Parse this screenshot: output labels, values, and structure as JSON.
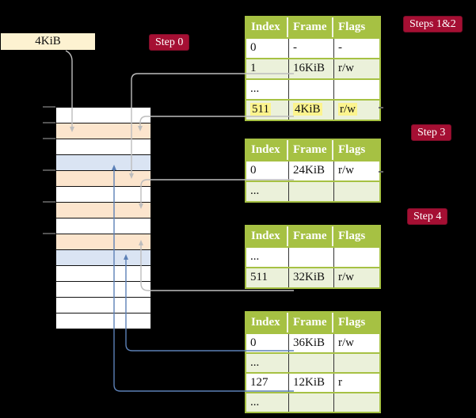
{
  "frame_box": {
    "label": "4KiB"
  },
  "badges": [
    {
      "id": "badge-step0",
      "name": "badge-step-0",
      "label": "Step 0"
    },
    {
      "id": "badge-steps12",
      "name": "badge-steps-1-2",
      "label": "Steps 1&2"
    },
    {
      "id": "badge-step3",
      "name": "badge-step-3",
      "label": "Step 3"
    },
    {
      "id": "badge-step4",
      "name": "badge-step-4",
      "label": "Step 4"
    }
  ],
  "memory": {
    "cells": [
      "white",
      "peach",
      "white",
      "blue",
      "peach",
      "white",
      "peach",
      "white",
      "peach",
      "blue",
      "white",
      "white",
      "white",
      "white"
    ],
    "tick_rows": [
      0,
      1,
      2,
      4,
      6,
      8
    ]
  },
  "tables": [
    {
      "name": "page-table-steps-1-2",
      "headers": [
        "Index",
        "Frame",
        "Flags"
      ],
      "rows": [
        {
          "cells": [
            "0",
            "-",
            "-"
          ],
          "shaded": false,
          "highlight": false
        },
        {
          "cells": [
            "1",
            "16KiB",
            "r/w"
          ],
          "shaded": true,
          "highlight": false
        },
        {
          "cells": [
            "...",
            "",
            ""
          ],
          "shaded": false,
          "highlight": false
        },
        {
          "cells": [
            "511",
            "4KiB",
            "r/w"
          ],
          "shaded": true,
          "highlight": true
        }
      ]
    },
    {
      "name": "page-table-step-3",
      "headers": [
        "Index",
        "Frame",
        "Flags"
      ],
      "rows": [
        {
          "cells": [
            "0",
            "24KiB",
            "r/w"
          ],
          "shaded": false,
          "highlight": false
        },
        {
          "cells": [
            "...",
            "",
            ""
          ],
          "shaded": true,
          "highlight": false
        }
      ]
    },
    {
      "name": "page-table-step-4-upper",
      "headers": [
        "Index",
        "Frame",
        "Flags"
      ],
      "rows": [
        {
          "cells": [
            "...",
            "",
            ""
          ],
          "shaded": false,
          "highlight": false
        },
        {
          "cells": [
            "511",
            "32KiB",
            "r/w"
          ],
          "shaded": true,
          "highlight": false
        }
      ]
    },
    {
      "name": "page-table-step-4-lower",
      "headers": [
        "Index",
        "Frame",
        "Flags"
      ],
      "rows": [
        {
          "cells": [
            "0",
            "36KiB",
            "r/w"
          ],
          "shaded": false,
          "highlight": false
        },
        {
          "cells": [
            "...",
            "",
            ""
          ],
          "shaded": true,
          "highlight": false
        },
        {
          "cells": [
            "127",
            "12KiB",
            "r"
          ],
          "shaded": false,
          "highlight": false
        },
        {
          "cells": [
            "...",
            "",
            ""
          ],
          "shaded": true,
          "highlight": false
        }
      ]
    }
  ],
  "connectors": [
    {
      "from": "frame-box-4KiB",
      "to": "memory-cell-2",
      "color": "gray"
    },
    {
      "from": "page-table-steps-1-2-row-1",
      "to": "memory-cell-5",
      "color": "gray"
    },
    {
      "from": "page-table-steps-1-2-row-511",
      "to": "memory-cell-2",
      "color": "gray"
    },
    {
      "from": "page-table-step-3-row-0",
      "to": "memory-cell-7",
      "color": "gray"
    },
    {
      "from": "page-table-step-4-upper-row-511",
      "to": "memory-cell-9",
      "color": "gray"
    },
    {
      "from": "page-table-step-4-lower-row-0",
      "to": "memory-cell-10",
      "color": "blue"
    },
    {
      "from": "page-table-step-4-lower-row-127",
      "to": "memory-cell-4",
      "color": "blue"
    }
  ],
  "colors": {
    "table_header": "#a6c143",
    "table_row_shaded": "#ebf1da",
    "highlight": "#fcf48e",
    "memory_peach": "#fce5cd",
    "memory_blue": "#dae4f3",
    "badge_red": "#a50f33",
    "frame_box_cream": "#fdf2d1",
    "connector_gray": "#bdbdbd",
    "connector_blue": "#5c80b6"
  }
}
